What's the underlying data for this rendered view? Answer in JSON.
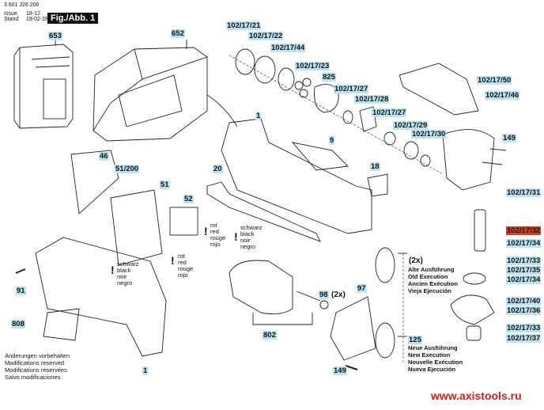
{
  "header": {
    "doc_number": "3 601 J26 200",
    "issue_label": "Issue",
    "issue_value": "18-12",
    "stand_label": "Stand",
    "stand_value": "19-02-28",
    "figure": "Fig./Abb. 1"
  },
  "labels": {
    "p653": "653",
    "p652": "652",
    "p1_top": "1",
    "p1_bottom": "1",
    "p46": "46",
    "p51_200": "51/200",
    "p51": "51",
    "p52": "52",
    "p20": "20",
    "p9": "9",
    "p18": "18",
    "p91": "91",
    "p808": "808",
    "p802": "802",
    "p98": "98",
    "p97": "97",
    "p125": "125",
    "p149_top": "149",
    "p149_bottom": "149",
    "p825": "825",
    "p102_17_21": "102/17/21",
    "p102_17_22": "102/17/22",
    "p102_17_44": "102/17/44",
    "p102_17_23": "102/17/23",
    "p102_17_27a": "102/17/27",
    "p102_17_28": "102/17/28",
    "p102_17_27b": "102/17/27",
    "p102_17_29": "102/17/29",
    "p102_17_30": "102/17/30",
    "p102_17_50": "102/17/50",
    "p102_17_46": "102/17/46",
    "p102_17_31": "102/17/31",
    "p102_17_32": "102/17/32",
    "p102_17_34a": "102/17/34",
    "p102_17_33a": "102/17/33",
    "p102_17_35": "102/17/35",
    "p102_17_34b": "102/17/34",
    "p102_17_40": "102/17/40",
    "p102_17_36": "102/17/36",
    "p102_17_33b": "102/17/33",
    "p102_17_37": "102/17/37"
  },
  "quantities": {
    "q98": "(2x)",
    "q_old": "(2x)"
  },
  "wire_notes": {
    "red": [
      "rot",
      "red",
      "rouge",
      "rojo"
    ],
    "black": [
      "schwarz",
      "black",
      "noir",
      "negro"
    ]
  },
  "old_execution": [
    "Alte Ausführung",
    "Old Execution",
    "Ancien Exécution",
    "Vieja Ejecución"
  ],
  "new_execution": [
    "Neue Ausführung",
    "New Execution",
    "Nouvelle Exécution",
    "Nueva Ejecución"
  ],
  "disclaimer": [
    "Änderungen vorbehalten",
    "Modifications reserved",
    "Modifications réservées",
    "Salvo modificaciones"
  ],
  "watermark": "www.axistools.ru",
  "highlight_color": "#bde3f3",
  "alert_color": "#d4411f"
}
